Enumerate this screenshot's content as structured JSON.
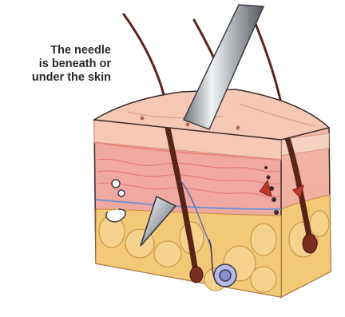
{
  "caption": {
    "lines": [
      "The needle",
      "is beneath or",
      "under the skin"
    ]
  },
  "colors": {
    "epidermis": "#f6c9b6",
    "dermis": "#f0a9a0",
    "fat": "#f3c877",
    "hair": "#5a2418",
    "needle": "#9a9ea4",
    "outline": "#3a2a28"
  }
}
